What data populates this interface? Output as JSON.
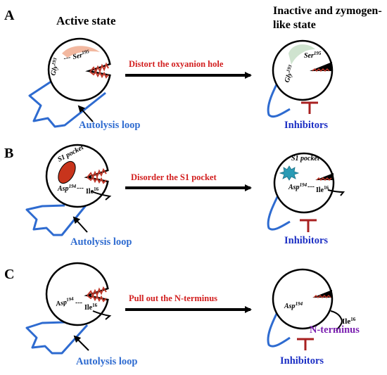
{
  "header": {
    "active": "Active state",
    "inactive_line1": "Inactive and  zymogen-",
    "inactive_line2": "like state"
  },
  "panels": [
    {
      "letter": "A",
      "arrow_label": "Distort the oxyanion hole",
      "left_label": "Autolysis loop",
      "right_label": "Inhibitors",
      "active": {
        "gly": "Gly",
        "gly_sup": "193",
        "ser": "Ser",
        "ser_sup": "195"
      },
      "inactive": {
        "gly": "Gly",
        "gly_sup": "193",
        "ser": "Ser",
        "ser_sup": "195"
      }
    },
    {
      "letter": "B",
      "arrow_label": "Disorder the S1 pocket",
      "left_label": "Autolysis loop",
      "right_label": "Inhibitors",
      "active": {
        "pocket": "S1 pocket",
        "asp": "Asp",
        "asp_sup": "194",
        "ile": "Ile",
        "ile_sup": "16"
      },
      "inactive": {
        "pocket": "S1 pocket",
        "asp": "Asp",
        "asp_sup": "194",
        "ile": "Ile",
        "ile_sup": "16"
      }
    },
    {
      "letter": "C",
      "arrow_label": "Pull out the N-terminus",
      "left_label": "Autolysis loop",
      "right_label": "Inhibitors",
      "active": {
        "asp": "Asp",
        "asp_sup": "194",
        "ile": "Ile",
        "ile_sup": "16"
      },
      "inactive": {
        "asp": "Asp",
        "asp_sup": "194",
        "ile": "Ile",
        "ile_sup": "16",
        "nterm": "N-terminus"
      }
    }
  ],
  "colors": {
    "loop": "#2e6bd0",
    "arrow_label": "#d21f1f",
    "inhibitor_label": "#1c2fc4",
    "inhibitor_bar": "#a82020",
    "nterm": "#7a1fb0",
    "oxyanion_active": "#f2b8a0",
    "oxyanion_inactive": "#cfe3cf",
    "s1_pocket": "#c8341c",
    "s1_star": "#2a9bb5",
    "teeth_fill": "#c0392b",
    "teeth_dots": "#ffd0c8"
  }
}
